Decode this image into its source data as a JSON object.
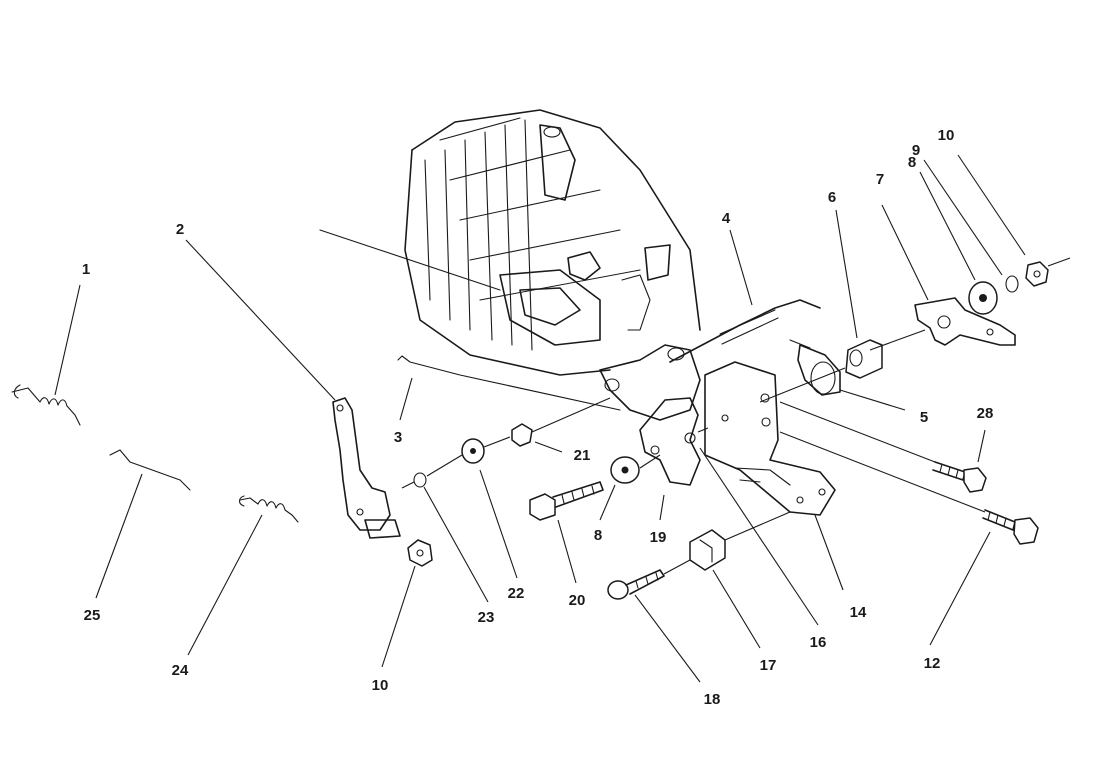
{
  "callouts": [
    {
      "label": "1"
    },
    {
      "label": "2"
    },
    {
      "label": "3"
    },
    {
      "label": "4"
    },
    {
      "label": "5"
    },
    {
      "label": "6"
    },
    {
      "label": "7"
    },
    {
      "label": "8"
    },
    {
      "label": "9"
    },
    {
      "label": "10"
    },
    {
      "label": "28"
    },
    {
      "label": "21"
    },
    {
      "label": "22"
    },
    {
      "label": "23"
    },
    {
      "label": "8"
    },
    {
      "label": "19"
    },
    {
      "label": "20"
    },
    {
      "label": "14"
    },
    {
      "label": "16"
    },
    {
      "label": "17"
    },
    {
      "label": "18"
    },
    {
      "label": "12"
    },
    {
      "label": "10"
    },
    {
      "label": "24"
    },
    {
      "label": "25"
    }
  ]
}
